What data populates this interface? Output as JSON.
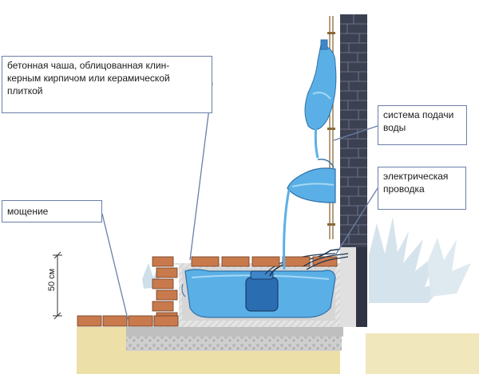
{
  "labels": {
    "bowl": "бетонная чаша, облицованная клин-\nкерным кирпичом или керамической\nплиткой",
    "paving": "мощение",
    "water_supply": "система подачи\nводы",
    "wiring": "электрическая\nпроводка",
    "height_dim": "50 см"
  },
  "colors": {
    "brick_wall": "#3c4152",
    "facing_brick": "#c97a4d",
    "water": "#5ab0e6",
    "concrete": "#c9c9c9",
    "soil": "#ecdfa8",
    "callout_border": "#6a7fa6",
    "foliage": "#d5e3ec"
  }
}
